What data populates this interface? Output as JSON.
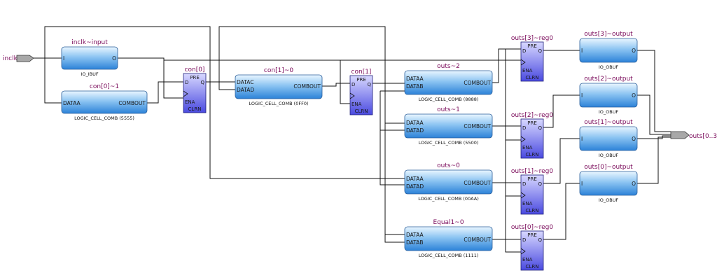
{
  "colors": {
    "block_top": "#eaf6ff",
    "block_bottom": "#2c82d8",
    "ff_top": "#d8d8ff",
    "ff_bottom": "#4a4ae0",
    "wire": "#111111",
    "title": "#7a0a5a",
    "pin": "#a8a8a8"
  },
  "input_pin": {
    "label": "inclk"
  },
  "output_pin": {
    "label": "outs[0..3]"
  },
  "blocks": {
    "inclk_input": {
      "title": "inclk~input",
      "subtitle": "IO_IBUF",
      "in_ports": [
        "I"
      ],
      "out_port": "O"
    },
    "con0_1": {
      "title": "con[0]~1",
      "subtitle": "LOGIC_CELL_COMB (5555)",
      "in_ports": [
        "DATAA"
      ],
      "out_port": "COMBOUT"
    },
    "con1_0": {
      "title": "con[1]~0",
      "subtitle": "LOGIC_CELL_COMB (0FF0)",
      "in_ports": [
        "DATAC",
        "DATAD"
      ],
      "out_port": "COMBOUT"
    },
    "outs_2": {
      "title": "outs~2",
      "subtitle": "LOGIC_CELL_COMB (8888)",
      "in_ports": [
        "DATAA",
        "DATAB"
      ],
      "out_port": "COMBOUT"
    },
    "outs_1": {
      "title": "outs~1",
      "subtitle": "LOGIC_CELL_COMB (5500)",
      "in_ports": [
        "DATAA",
        "DATAD"
      ],
      "out_port": "COMBOUT"
    },
    "outs_0": {
      "title": "outs~0",
      "subtitle": "LOGIC_CELL_COMB (00AA)",
      "in_ports": [
        "DATAA",
        "DATAD"
      ],
      "out_port": "COMBOUT"
    },
    "equal1_0": {
      "title": "Equal1~0",
      "subtitle": "LOGIC_CELL_COMB (1111)",
      "in_ports": [
        "DATAA",
        "DATAB"
      ],
      "out_port": "COMBOUT"
    },
    "out3": {
      "title": "outs[3]~output",
      "subtitle": "IO_OBUF",
      "in_ports": [
        "I"
      ],
      "out_port": "O"
    },
    "out2": {
      "title": "outs[2]~output",
      "subtitle": "IO_OBUF",
      "in_ports": [
        "I"
      ],
      "out_port": "O"
    },
    "out1": {
      "title": "outs[1]~output",
      "subtitle": "IO_OBUF",
      "in_ports": [
        "I"
      ],
      "out_port": "O"
    },
    "out0": {
      "title": "outs[0]~output",
      "subtitle": "IO_OBUF",
      "in_ports": [
        "I"
      ],
      "out_port": "O"
    }
  },
  "flipflops": {
    "con0": {
      "title": "con[0]",
      "ports": [
        "PRE",
        "D",
        "Q",
        "ENA",
        "CLRN"
      ]
    },
    "con1": {
      "title": "con[1]",
      "ports": [
        "PRE",
        "D",
        "Q",
        "ENA",
        "CLRN"
      ]
    },
    "reg3": {
      "title": "outs[3]~reg0",
      "ports": [
        "PRE",
        "D",
        "Q",
        "ENA",
        "CLRN"
      ]
    },
    "reg2": {
      "title": "outs[2]~reg0",
      "ports": [
        "PRE",
        "D",
        "Q",
        "ENA",
        "CLRN"
      ]
    },
    "reg1": {
      "title": "outs[1]~reg0",
      "ports": [
        "PRE",
        "D",
        "Q",
        "ENA",
        "CLRN"
      ]
    },
    "reg0": {
      "title": "outs[0]~reg0",
      "ports": [
        "PRE",
        "D",
        "Q",
        "ENA",
        "CLRN"
      ]
    }
  }
}
